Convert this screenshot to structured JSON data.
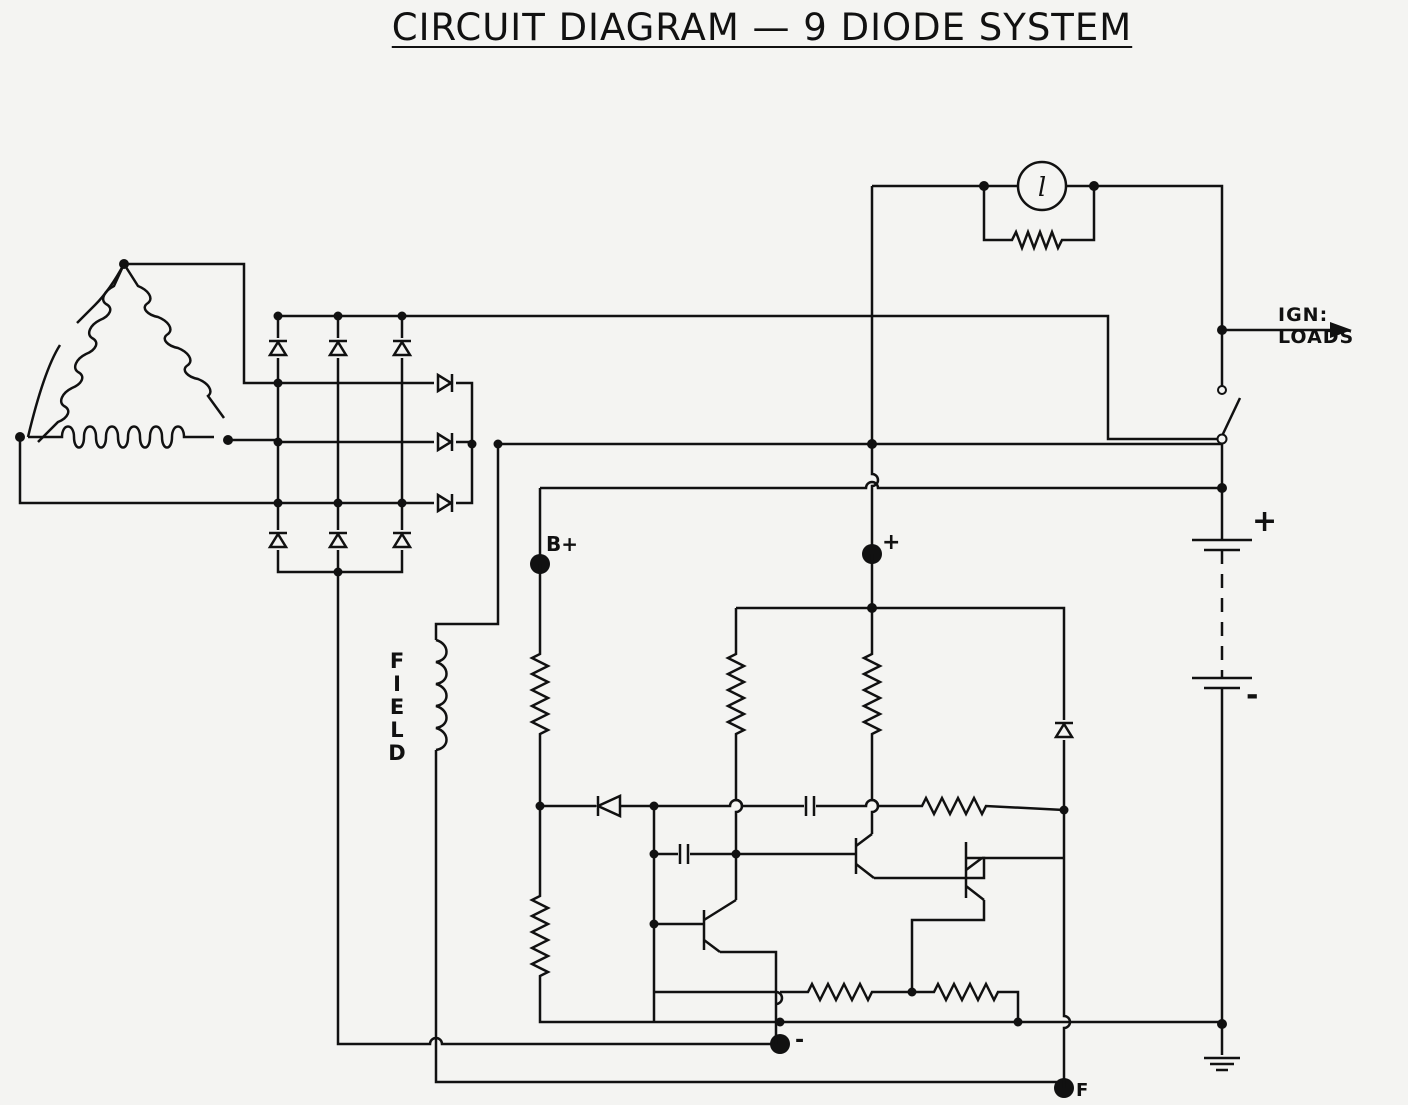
{
  "title": "CIRCUIT DIAGRAM — 9 DIODE SYSTEM",
  "labels": {
    "ign_loads": "IGN: LOADS",
    "b_plus": "B+",
    "plus_terminal": "+",
    "minus_terminal": "-",
    "f_terminal": "F",
    "battery_plus": "+",
    "battery_minus": "-",
    "field": "FIELD",
    "lamp_symbol": "l"
  }
}
